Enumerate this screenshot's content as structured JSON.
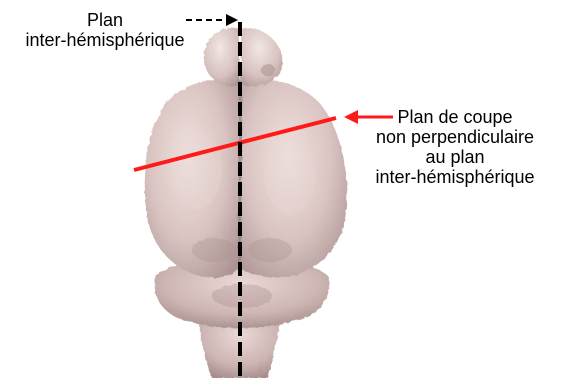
{
  "labels": {
    "midline_plane": {
      "lines": [
        "Plan",
        "inter-hémisphérique"
      ]
    },
    "cut_plane": {
      "lines": [
        "Plan de coupe",
        "non perpendiculaire",
        "au plan",
        "inter-hémisphérique"
      ]
    }
  },
  "colors": {
    "brain_surface": "#d9c3c0",
    "brain_shadow": "#a8918f",
    "brain_highlight": "#f0e2df",
    "midline": "#000000",
    "cut_line": "#ff1a1a",
    "arrow_black": "#000000",
    "arrow_red": "#ff1a1a"
  },
  "icons": {
    "brain": "brain-render-icon"
  }
}
